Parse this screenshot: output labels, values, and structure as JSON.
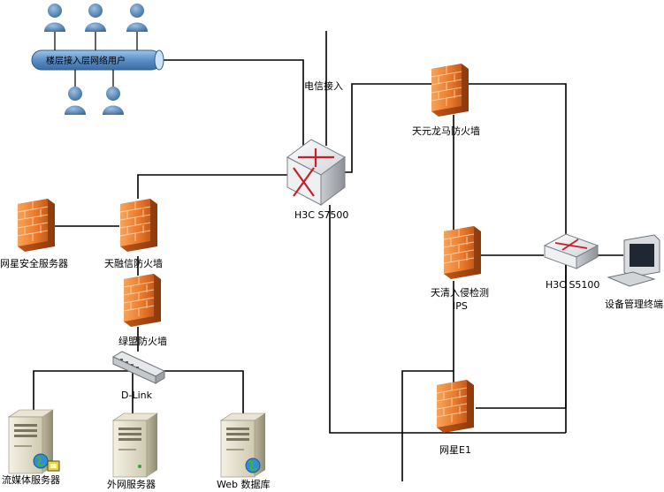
{
  "diagram": {
    "bus_label": "楼层接入层网络用户",
    "telecom_label": "电信接入",
    "core_switch": "H3C S7500",
    "access_switch": "H3C S5100",
    "fw_tianyuan": "天元龙马防火墙",
    "ips": "天清入侵检测",
    "ips_line2": "IPS",
    "fw_wangxing": "网星E1",
    "fw_tianrongxin": "天融信防火墙",
    "fw_lvmeng": "绿盟防火墙",
    "av_server": "网星安全服务器",
    "dlink": "D-Link",
    "mgmt_terminal": "设备管理终端",
    "srv_streaming": "流媒体服务器",
    "srv_external": "外网服务器",
    "srv_web": "Web 数据库"
  }
}
